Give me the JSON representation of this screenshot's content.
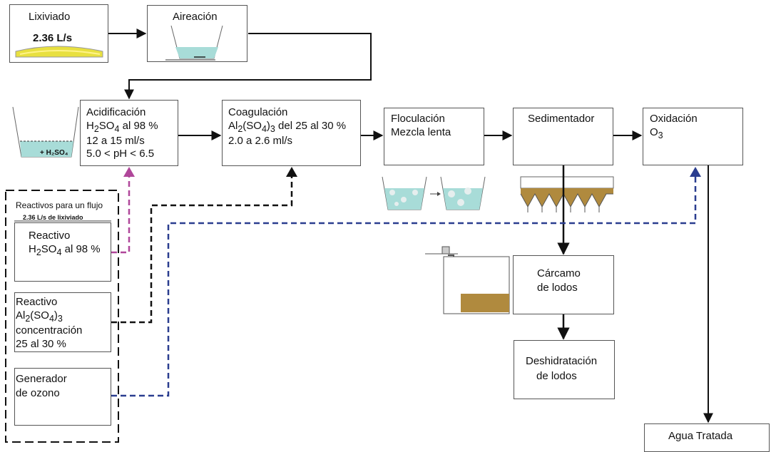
{
  "lixiviado": {
    "title": "Lixiviado",
    "flow": "2.36  L/s"
  },
  "aireacion": {
    "title": "Aireación"
  },
  "acidificacion": {
    "title": "Acidificación",
    "reagent_pre": "H",
    "reagent_mid1": "2",
    "reagent_mid2": "SO",
    "reagent_mid3": "4",
    "reagent_post": " al 98 %",
    "dose": "12 a 15 ml/s",
    "ph": "5.0 < pH < 6.5",
    "tank_label": "+ H₂SO₄"
  },
  "coagulacion": {
    "title": "Coagulación",
    "reagent_a": "Al",
    "reagent_b": "2",
    "reagent_c": "(SO",
    "reagent_d": "4",
    "reagent_e": ")",
    "reagent_f": "3",
    "reagent_g": " del 25 al 30 %",
    "dose": "2.0 a 2.6 ml/s"
  },
  "floculacion": {
    "title": "Floculación",
    "subtitle": "Mezcla lenta"
  },
  "sedimentador": {
    "title": "Sedimentador"
  },
  "oxidacion": {
    "title": "Oxidación",
    "o": "O",
    "o_sub": "3"
  },
  "carcamo": {
    "line1": "Cárcamo",
    "line2": "de lodos"
  },
  "deshidratacion": {
    "line1": "Deshidratación",
    "line2": "de lodos"
  },
  "agua": {
    "title": "Agua Tratada"
  },
  "reactivos": {
    "header": "Reactivos para un flujo",
    "subheader": "2.36 L/s de lixiviado",
    "r1_line1": "Reactivo",
    "r1_a": "H",
    "r1_b": "2",
    "r1_c": "SO",
    "r1_d": "4",
    "r1_e": " al 98 %",
    "r2_line1": "Reactivo",
    "r2_a": "Al",
    "r2_b": "2",
    "r2_c": "(SO",
    "r2_d": "4",
    "r2_e": ")",
    "r2_f": "3",
    "r2_line3": "concentración",
    "r2_line4": " 25 al 30 %",
    "r3_line1": "Generador",
    "r3_line2": "de ozono"
  },
  "colors": {
    "acid_line": "#b0479a",
    "coag_line": "#111111",
    "ozone_line": "#2a3d8f",
    "water": "#a8dcd8",
    "sludge": "#b08a3e",
    "leachate": "#e8e040"
  }
}
